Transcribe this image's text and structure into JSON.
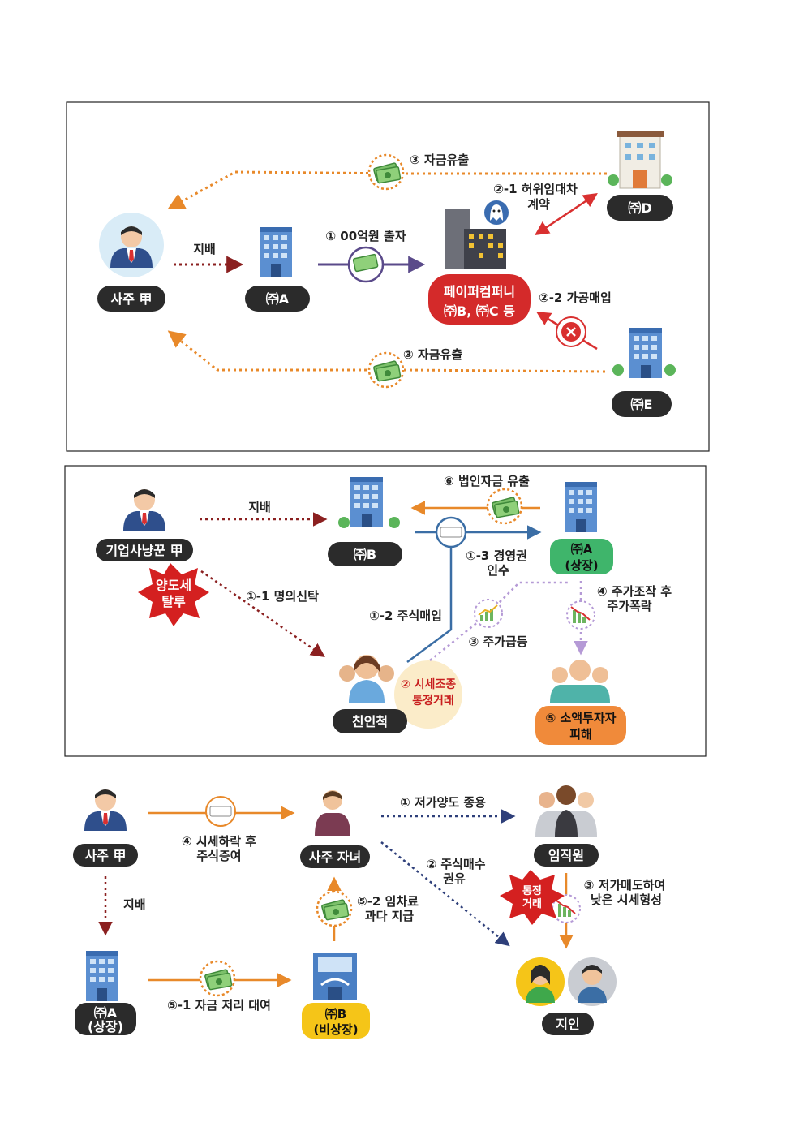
{
  "panel1": {
    "nodes": {
      "owner": "사주 甲",
      "company_a": "㈜A",
      "company_d": "㈜D",
      "company_e": "㈜E",
      "paper_company_line1": "페이퍼컴퍼니",
      "paper_company_line2": "㈜B, ㈜C 등"
    },
    "labels": {
      "control": "지배",
      "investment": "① 00억원 출자",
      "fake_lease_line1": "②-1 허위임대차",
      "fake_lease_line2": "계약",
      "fake_purchase": "②-2 가공매입",
      "outflow_top": "③ 자금유출",
      "outflow_bottom": "③ 자금유출"
    }
  },
  "panel2": {
    "nodes": {
      "raider": "기업사냥꾼 甲",
      "tax_evasion_line1": "양도세",
      "tax_evasion_line2": "탈루",
      "company_b": "㈜B",
      "company_a_line1": "㈜A",
      "company_a_line2": "(상장)",
      "relatives": "친인척",
      "small_investors_line1": "⑤ 소액투자자",
      "small_investors_line2": "피해"
    },
    "labels": {
      "control": "지배",
      "funds_outflow": "⑥ 법인자금 유출",
      "management_line1": "①-3 경영권",
      "management_line2": "인수",
      "nominee_trust": "①-1 명의신탁",
      "stock_purchase": "①-2 주식매입",
      "price_surge": "③ 주가급등",
      "manipulation_line1": "④ 주가조작 후",
      "manipulation_line2": "주가폭락",
      "price_rig_line1": "② 시세조종",
      "price_rig_line2": "통정거래"
    }
  },
  "panel3": {
    "nodes": {
      "owner": "사주 甲",
      "child": "사주 자녀",
      "employees": "임직원",
      "acquaintance": "지인",
      "company_a_line1": "㈜A",
      "company_a_line2": "(상장)",
      "company_b_line1": "㈜B",
      "company_b_line2": "(비상장)",
      "collusion_line1": "통정",
      "collusion_line2": "거래"
    },
    "labels": {
      "low_price_transfer": "① 저가양도 종용",
      "stock_buy_line1": "② 주식매수",
      "stock_buy_line2": "권유",
      "low_price_sell_line1": "③ 저가매도하여",
      "low_price_sell_line2": "낮은 시세형성",
      "gift_line1": "④ 시세하락 후",
      "gift_line2": "주식증여",
      "rent_line1": "⑤-2 임차료",
      "rent_line2": "과다 지급",
      "lending": "⑤-1 자금 저리 대여",
      "control": "지배"
    }
  },
  "colors": {
    "orange": "#e8892a",
    "dark_red": "#8b2020",
    "navy": "#2e3f7a",
    "purple_arrow": "#5a4a8a",
    "red": "#d93030",
    "green_pill": "#3fb56b",
    "orange_pill": "#f08a3a",
    "yellow_pill": "#f5c518",
    "dark_pill": "#2b2b2b",
    "steel_blue": "#3b6ea5",
    "lavender": "#b59ad6"
  }
}
